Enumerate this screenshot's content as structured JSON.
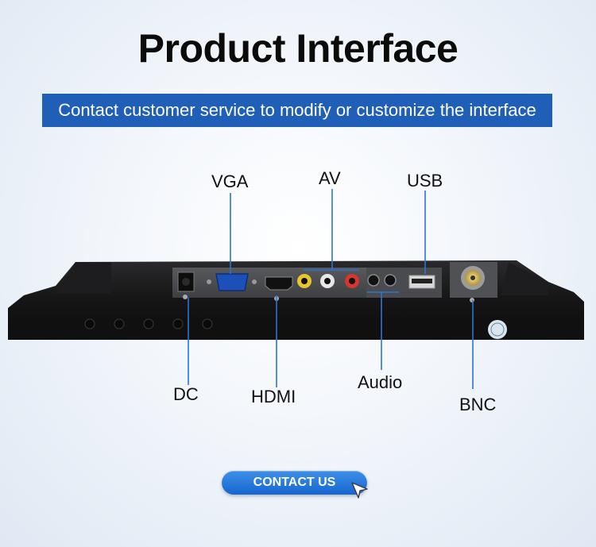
{
  "title": "Product Interface",
  "banner": "Contact customer service to modify or customize the interface",
  "labels": {
    "vga": "VGA",
    "av": "AV",
    "usb": "USB",
    "dc": "DC",
    "hdmi": "HDMI",
    "audio": "Audio",
    "bnc": "BNC"
  },
  "contact_button": "CONTACT US",
  "colors": {
    "banner_bg": "#1f5fb7",
    "button_bg": "#1566cf",
    "pointer_lines": "#2a74d6"
  },
  "icons": [
    "cursor-icon"
  ]
}
